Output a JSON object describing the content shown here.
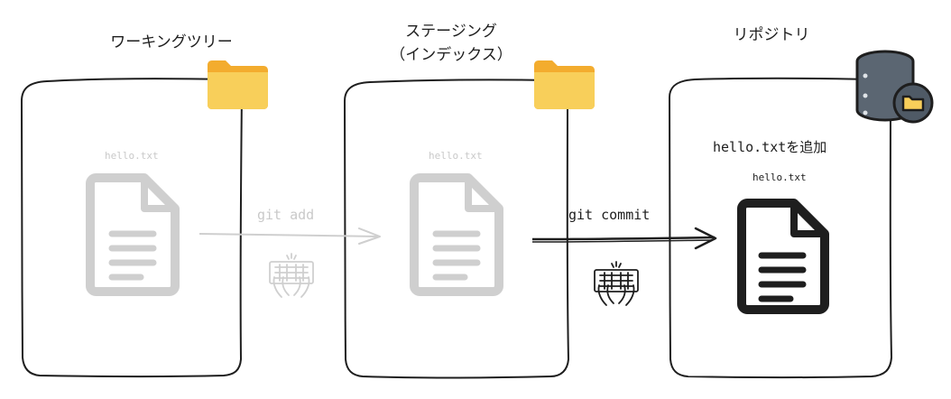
{
  "stages": {
    "working_tree": {
      "title": "ワーキングツリー",
      "file": "hello.txt"
    },
    "staging": {
      "title_line1": "ステージング",
      "title_line2": "（インデックス）",
      "file": "hello.txt"
    },
    "repository": {
      "title": "リポジトリ",
      "commit_message": "hello.txtを追加",
      "file": "hello.txt"
    }
  },
  "commands": {
    "add": "git add",
    "commit": "git commit"
  },
  "icons": {
    "working_tree_folder": "folder-icon",
    "staging_folder": "folder-icon",
    "repository": "database-folder-icon",
    "file": "document-icon",
    "keyboard": "typing-keyboard-icon"
  },
  "colors": {
    "folder": "#f5c243",
    "folder_back": "#f3ac2e",
    "ink": "#1e1e1e",
    "faded": "#cfcfcf",
    "database": "#4f5a66"
  }
}
